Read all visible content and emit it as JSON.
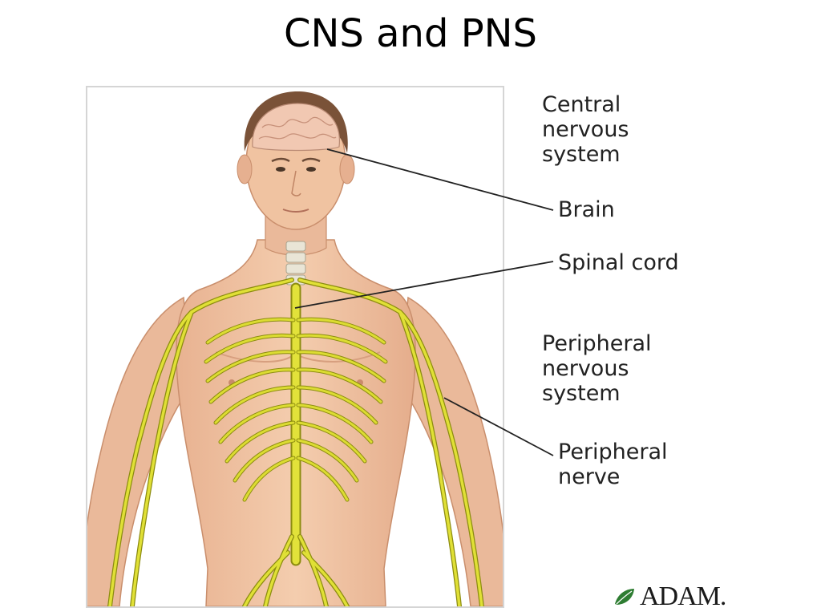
{
  "title": "CNS and PNS",
  "labels": {
    "cns": "Central nervous system",
    "brain": "Brain",
    "spinal_cord": "Spinal cord",
    "pns": "Peripheral nervous system",
    "peripheral_nerve": "Peripheral nerve"
  },
  "logo": {
    "text": "ADAM.",
    "icon": "leaf-icon"
  },
  "colors": {
    "skin": "#f2c7a4",
    "skin_shadow": "#dca383",
    "hair": "#7a5238",
    "brain": "#f1c8b2",
    "nerve": "#d6d62a",
    "nerve_outline": "#8c8c10",
    "leader_line": "#222222"
  }
}
